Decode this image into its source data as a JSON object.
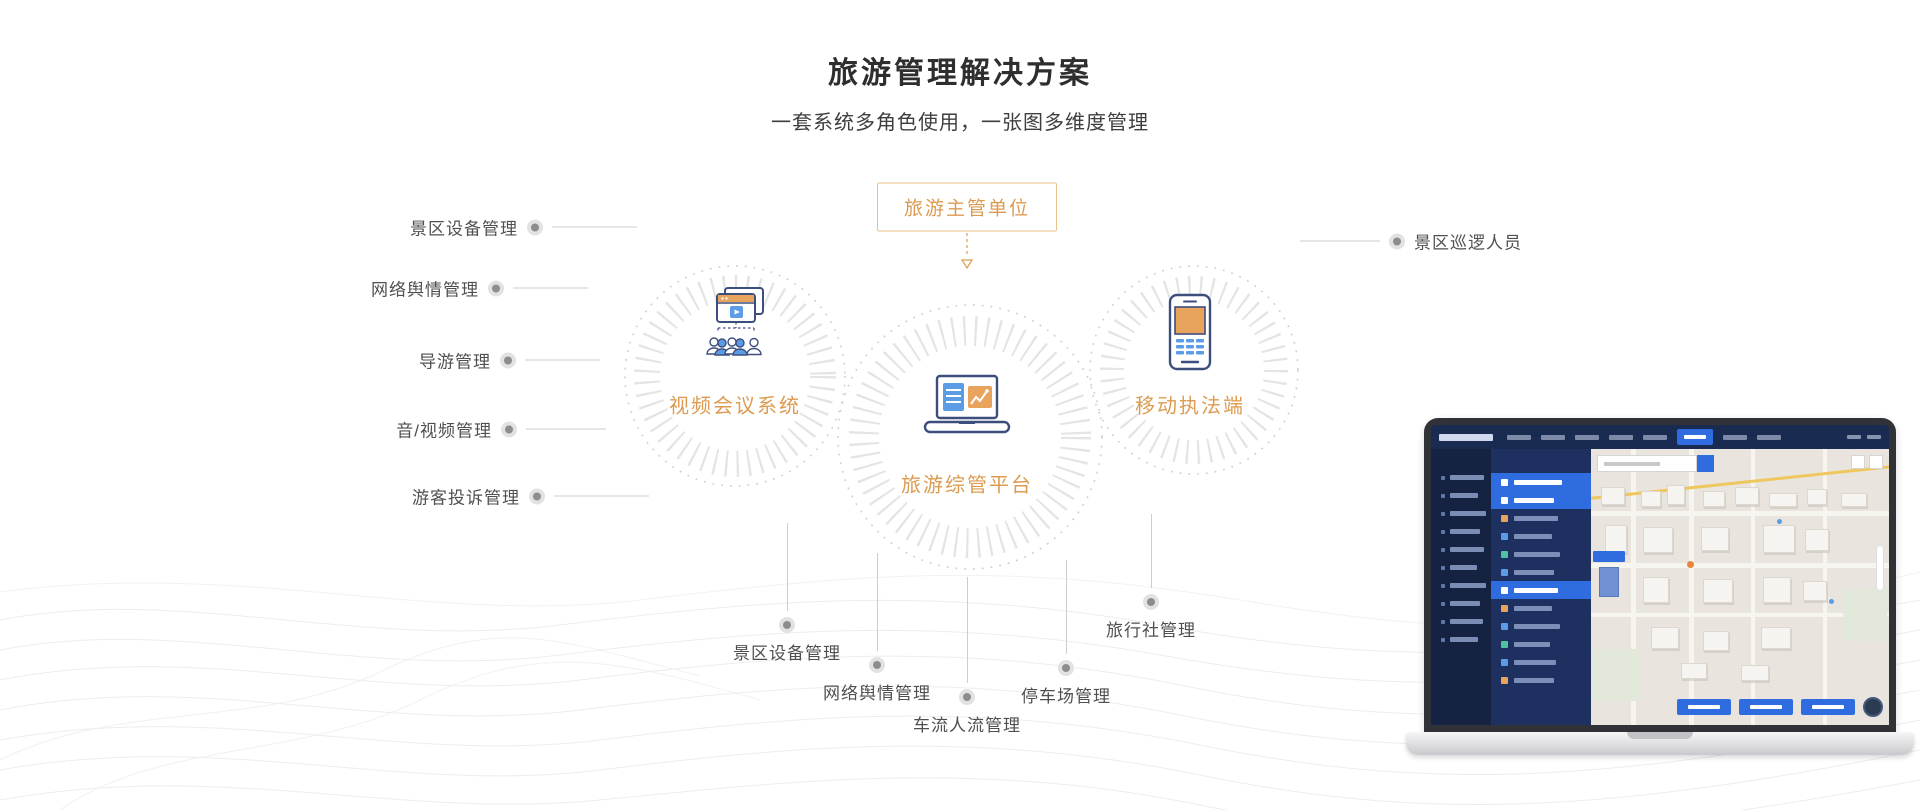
{
  "page": {
    "title": "旅游管理解决方案",
    "subtitle": "一套系统多角色使用，一张图多维度管理"
  },
  "diagram": {
    "top_node": {
      "label": "旅游主管单位"
    },
    "nodes": [
      {
        "label": "视频会议系统",
        "icon": "video-conference-icon"
      },
      {
        "label": "旅游综管平台",
        "icon": "laptop-platform-icon"
      },
      {
        "label": "移动执法端",
        "icon": "mobile-enforcement-icon"
      }
    ],
    "left_labels": [
      "景区设备管理",
      "网络舆情管理",
      "导游管理",
      "音/视频管理",
      "游客投诉管理"
    ],
    "right_labels": [
      "景区巡逻人员"
    ],
    "bottom_labels": [
      "景区设备管理",
      "网络舆情管理",
      "车流人流管理",
      "停车场管理",
      "旅行社管理"
    ]
  },
  "colors": {
    "accent_orange": "#DC9B50",
    "icon_navy": "#3C4E7C",
    "icon_blue": "#5C9CE6",
    "icon_orange": "#E8A35C",
    "leader_line": "#CDCDCD",
    "dot_gray": "#8D8D8D",
    "ring_tick": "#E4E4E4",
    "dashboard_active_blue": "#2F6CE0"
  },
  "icons": {
    "video-conference-icon": "browser window with play button above user group tree",
    "laptop-platform-icon": "laptop showing list panel and chart panel",
    "mobile-enforcement-icon": "smartphone with document screen and list rows",
    "dot-marker": "gray bullseye dot",
    "down-arrow-icon": "dashed line with hollow triangle"
  }
}
